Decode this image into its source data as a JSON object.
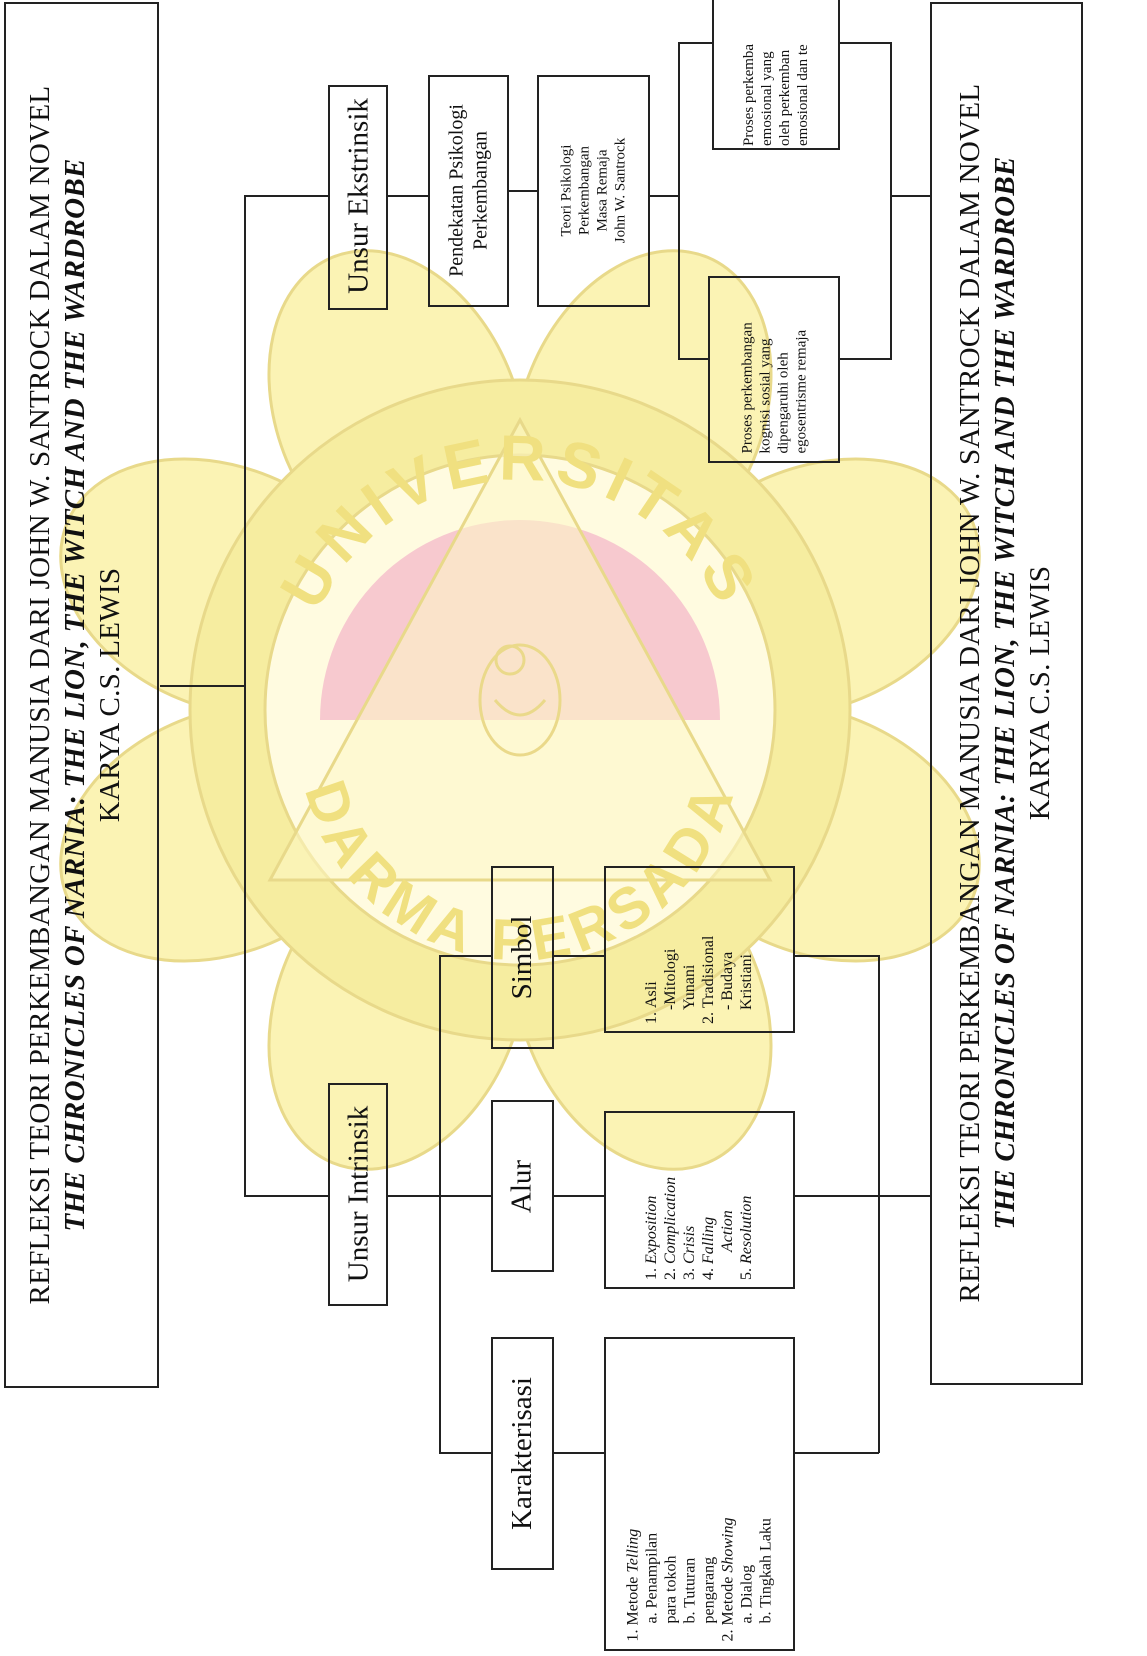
{
  "title": {
    "line1": "REFLEKSI TEORI PERKEMBANGAN MANUSIA DARI JOHN W. SANTROCK DALAM NOVEL",
    "line2": "THE CHRONICLES OF NARNIA: THE LION, THE WITCH AND THE WARDROBE",
    "line3": "KARYA C.S. LEWIS"
  },
  "watermark": {
    "text_top": "UNIVERSITAS",
    "text_bottom": "DARMA PERSADA",
    "colors": {
      "petal": "#fbf3b4",
      "ring": "#f6eda0",
      "red": "#f7c9cf",
      "outline": "#e8d98a"
    }
  },
  "intrinsic": {
    "label": "Unsur Intrinsik",
    "karakterisasi": {
      "label": "Karakterisasi",
      "items": [
        {
          "num": "1.",
          "pre": "Metode ",
          "em": "Telling",
          "post": ""
        },
        {
          "num": "",
          "pre": "a. Penampilan",
          "em": "",
          "post": ""
        },
        {
          "num": "",
          "pre": "para tokoh",
          "em": "",
          "post": ""
        },
        {
          "num": "",
          "pre": "b. Tuturan",
          "em": "",
          "post": ""
        },
        {
          "num": "",
          "pre": "pengarang",
          "em": "",
          "post": ""
        },
        {
          "num": "2.",
          "pre": "Metode ",
          "em": "Showing",
          "post": ""
        },
        {
          "num": "",
          "pre": "a. Dialog",
          "em": "",
          "post": ""
        },
        {
          "num": "",
          "pre": "b. Tingkah Laku",
          "em": "",
          "post": ""
        }
      ]
    },
    "alur": {
      "label": "Alur",
      "items": [
        {
          "num": "1.",
          "pre": "",
          "em": "Exposition",
          "post": ""
        },
        {
          "num": "2.",
          "pre": "",
          "em": "Complication",
          "post": ""
        },
        {
          "num": "3.",
          "pre": "",
          "em": "Crisis",
          "post": ""
        },
        {
          "num": "4.",
          "pre": "",
          "em": "Falling",
          "post": ""
        },
        {
          "num": "",
          "pre": "",
          "em": "Action",
          "post": ""
        },
        {
          "num": "5.",
          "pre": "",
          "em": "Resolution",
          "post": ""
        }
      ]
    },
    "simbol": {
      "label": "Simbol",
      "items": [
        {
          "num": "1.",
          "pre": "Asli",
          "em": "",
          "post": ""
        },
        {
          "num": "",
          "pre": "-Mitologi",
          "em": "",
          "post": ""
        },
        {
          "num": "",
          "pre": "Yunani",
          "em": "",
          "post": ""
        },
        {
          "num": "2.",
          "pre": "Tradisional",
          "em": "",
          "post": ""
        },
        {
          "num": "",
          "pre": "- Budaya",
          "em": "",
          "post": ""
        },
        {
          "num": "",
          "pre": "Kristiani",
          "em": "",
          "post": ""
        }
      ]
    }
  },
  "extrinsic": {
    "label": "Unsur Ekstrinsik",
    "pendekatan": "Pendekatan Psikologi Perkembangan",
    "teori": [
      "Teori Psikologi",
      "Perkembangan",
      "Masa Remaja",
      "John W. Santrock"
    ],
    "proses_sosial": [
      "Proses perkembangan",
      "kognisi sosial yang",
      "dipengaruhi oleh",
      "egosentrisme remaja"
    ],
    "proses_emosional": [
      "Proses perkemba",
      "emosional yang",
      "oleh perkemban",
      "emosional dan te"
    ]
  }
}
